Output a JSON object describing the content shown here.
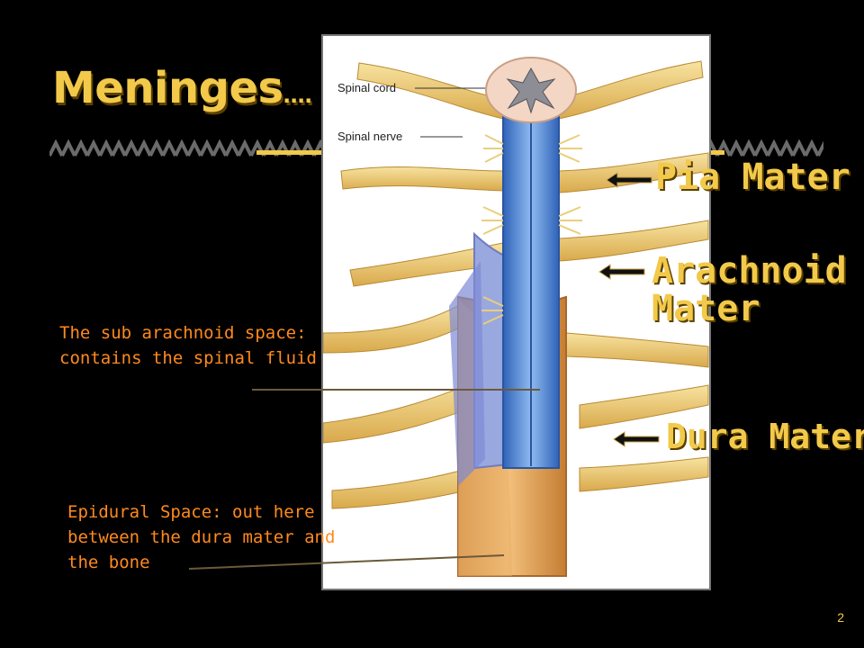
{
  "title": {
    "text": "Meninges",
    "suffix": "…."
  },
  "figure": {
    "labels": {
      "spinal_cord": "Spinal cord",
      "spinal_nerve": "Spinal nerve"
    }
  },
  "layers": {
    "pia": "Pia Mater",
    "arachnoid_line1": "Arachnoid",
    "arachnoid_line2": "Mater",
    "dura": "Dura Mater"
  },
  "annotations": {
    "subarachnoid_line1": "The sub arachnoid space:",
    "subarachnoid_line2": "contains the spinal fluid",
    "epidural_line1": "Epidural Space: out here",
    "epidural_line2": "between the dura mater and",
    "epidural_line3": "the bone"
  },
  "slide_number": "2",
  "colors": {
    "background": "#000000",
    "title": "#f2c94a",
    "annotation": "#ff8a1e",
    "pia_blue": "#5f93d6",
    "dura_orange": "#e6a55a",
    "nerve_yellow": "#f1d37c"
  }
}
